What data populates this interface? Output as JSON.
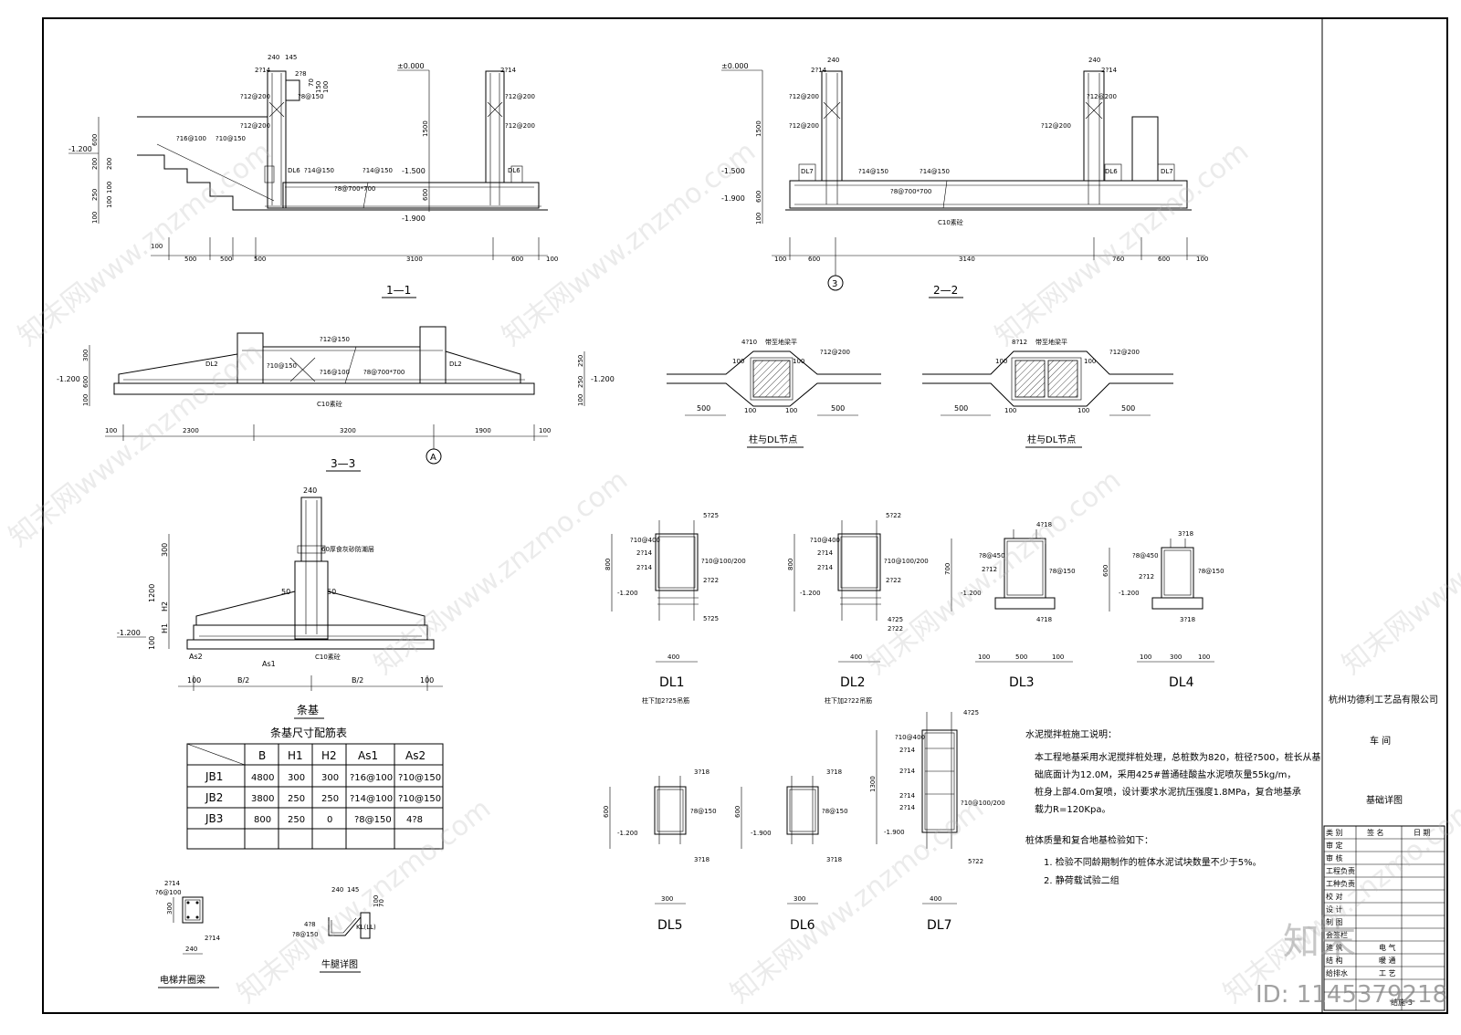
{
  "sections": {
    "s11": {
      "title": "1—1",
      "elevations": [
        "±0.000",
        "-1.200",
        "-1.500",
        "-1.900"
      ],
      "rebar": [
        "2?14",
        "?12@200",
        "?12@200",
        "?16@100",
        "?10@150",
        "?14@150",
        "?14@150",
        "?8@700*700",
        "DL6",
        "DL6",
        "2?8",
        "?8@150",
        "2?14",
        "?12@200",
        "?12@200"
      ],
      "dims_top": [
        "240",
        "145"
      ],
      "dims_vert": [
        "600",
        "200",
        "250",
        "200",
        "100",
        "100",
        "100",
        "1500",
        "600",
        "70",
        "150",
        "100"
      ],
      "dims_bottom": [
        "100",
        "500",
        "500",
        "500",
        "3100",
        "600",
        "100"
      ]
    },
    "s22": {
      "title": "2—2",
      "axis": "3",
      "elevations": [
        "±0.000",
        "-1.500",
        "-1.900"
      ],
      "rebar": [
        "2?14",
        "?12@200",
        "?12@200",
        "?14@150",
        "?14@150",
        "?8@700*700",
        "DL7",
        "DL6",
        "DL7",
        "2?14",
        "?12@200",
        "?12@200"
      ],
      "concrete": "C10素砼",
      "dims_top": [
        "240",
        "240"
      ],
      "dims_vert": [
        "1500",
        "600",
        "100"
      ],
      "dims_bottom": [
        "100",
        "600",
        "3140",
        "760",
        "600",
        "100"
      ]
    },
    "s33": {
      "title": "3—3",
      "axis": "A",
      "elevations": [
        "-1.200",
        "-1.200"
      ],
      "rebar": [
        "?12@150",
        "?10@150",
        "?16@100",
        "?8@700*700",
        "DL2",
        "DL2"
      ],
      "concrete": "C10素砼",
      "dims_left": [
        "300",
        "600",
        "100"
      ],
      "dims_right": [
        "250",
        "250",
        "100"
      ],
      "dims_bottom": [
        "100",
        "2300",
        "3200",
        "1900",
        "100"
      ]
    },
    "joints": {
      "j1": {
        "title": "柱与DL节点",
        "labels": [
          "4?10",
          "?12@200"
        ],
        "note": "带至地梁平",
        "dims": [
          "500",
          "500",
          "100",
          "100",
          "100",
          "100"
        ]
      },
      "j2": {
        "title": "柱与DL节点",
        "labels": [
          "8?12",
          "?12@200"
        ],
        "note": "带至地梁平",
        "dims": [
          "500",
          "500",
          "100",
          "100",
          "100",
          "100"
        ]
      }
    },
    "strip": {
      "title": "条基",
      "labels": [
        "60厚食灰砂防潮层",
        "C10素砼",
        "As2",
        "As1"
      ],
      "elevation": "-1.200",
      "dims_top": "240",
      "dims_side": [
        "50",
        "50"
      ],
      "dims_vert": [
        "300",
        "1200",
        "H2",
        "H1",
        "100"
      ],
      "dims_bottom": [
        "100",
        "B/2",
        "B/2",
        "100"
      ]
    }
  },
  "strip_table": {
    "title": "条基尺寸配筋表",
    "headers": [
      "",
      "B",
      "H1",
      "H2",
      "As1",
      "As2"
    ],
    "rows": [
      [
        "JB1",
        "4800",
        "300",
        "300",
        "?16@100",
        "?10@150"
      ],
      [
        "JB2",
        "3800",
        "250",
        "250",
        "?14@100",
        "?10@150"
      ],
      [
        "JB3",
        "800",
        "250",
        "0",
        "?8@150",
        "4?8"
      ],
      [
        "",
        "",
        "",
        "",
        "",
        ""
      ]
    ]
  },
  "beams": {
    "dl1": {
      "name": "DL1",
      "top": "5?25",
      "bot": "5?25",
      "labels": [
        "?10@400",
        "2?14",
        "2?14",
        "?10@100/200",
        "2?22"
      ],
      "h": "800",
      "w": "400",
      "elev": "-1.200",
      "note": "柱下加2?25吊筋"
    },
    "dl2": {
      "name": "DL2",
      "top": "5?22",
      "bot": "4?25",
      "labels": [
        "?10@400",
        "2?14",
        "2?14",
        "?10@100/200",
        "2?22"
      ],
      "h": "800",
      "w": "400",
      "elev": "-1.200",
      "note": "柱下加2?22吊筋",
      "extra": "2?22"
    },
    "dl3": {
      "name": "DL3",
      "top": "4?18",
      "bot": "4?18",
      "labels": [
        "?8@450",
        "2?12",
        "?8@150"
      ],
      "h": "700",
      "w": [
        "100",
        "500",
        "100"
      ],
      "elev": "-1.200"
    },
    "dl4": {
      "name": "DL4",
      "top": "3?18",
      "bot": "3?18",
      "labels": [
        "?8@450",
        "2?12",
        "?8@150"
      ],
      "h": "600",
      "w": [
        "100",
        "300",
        "100"
      ],
      "elev": "-1.200"
    },
    "dl5": {
      "name": "DL5",
      "top": "3?18",
      "bot": "3?18",
      "labels": [
        "?8@150"
      ],
      "h": "600",
      "w": "300",
      "elev": "-1.200"
    },
    "dl6": {
      "name": "DL6",
      "top": "3?18",
      "bot": "3?18",
      "labels": [
        "?8@150"
      ],
      "h": "600",
      "w": "300",
      "elev": "-1.900"
    },
    "dl7": {
      "name": "DL7",
      "top": "4?25",
      "bot": "5?22",
      "labels": [
        "?10@400",
        "2?14",
        "2?14",
        "2?14",
        "2?14",
        "?10@100/200"
      ],
      "h": "1300",
      "w": "400",
      "elev": "-1.900"
    }
  },
  "elevator_beam": {
    "title": "电梯井圈梁",
    "labels": [
      "2?14",
      "?6@100",
      "2?14"
    ],
    "dims": [
      "300",
      "240"
    ]
  },
  "corbel": {
    "title": "牛腿详图",
    "labels": [
      "4?8",
      "?8@150",
      "KL(LL)"
    ],
    "dims": [
      "240",
      "145",
      "100",
      "70"
    ]
  },
  "notes": {
    "title": "水泥搅拌桩施工说明：",
    "lines": [
      "本工程地基采用水泥搅拌桩处理，总桩数为820，桩径?500，桩长从基",
      "础底面计为12.0M，采用425#普通硅酸盐水泥喷灰量55kg/m，",
      "桩身上部4.0m复喷，设计要求水泥抗压强度1.8MPa，复合地基承",
      "载力R=120Kpa。"
    ],
    "check_title": "桩体质量和复合地基检验如下：",
    "checks": [
      "1. 检验不同龄期制作的桩体水泥试块数量不少于5%。",
      "2. 静荷载试验二组"
    ]
  },
  "title_block": {
    "company": "杭州功德利工艺品有限公司",
    "project": "车 间",
    "drawing": "基础详图",
    "header": [
      "类 别",
      "签 名",
      "日 期"
    ],
    "roles": [
      "审 定",
      "审 核",
      "工程负责",
      "工种负责",
      "校 对",
      "设 计",
      "制 图",
      "会签栏",
      "建 筑",
      "结 构",
      "给排水"
    ],
    "roles_right": [
      "电 气",
      "暖 通",
      "工 艺"
    ],
    "sheet_no": "结施-3"
  },
  "watermarks": [
    "知末网www.znzmo.com"
  ],
  "logo": "知末",
  "id_text": "ID: 1145379218"
}
